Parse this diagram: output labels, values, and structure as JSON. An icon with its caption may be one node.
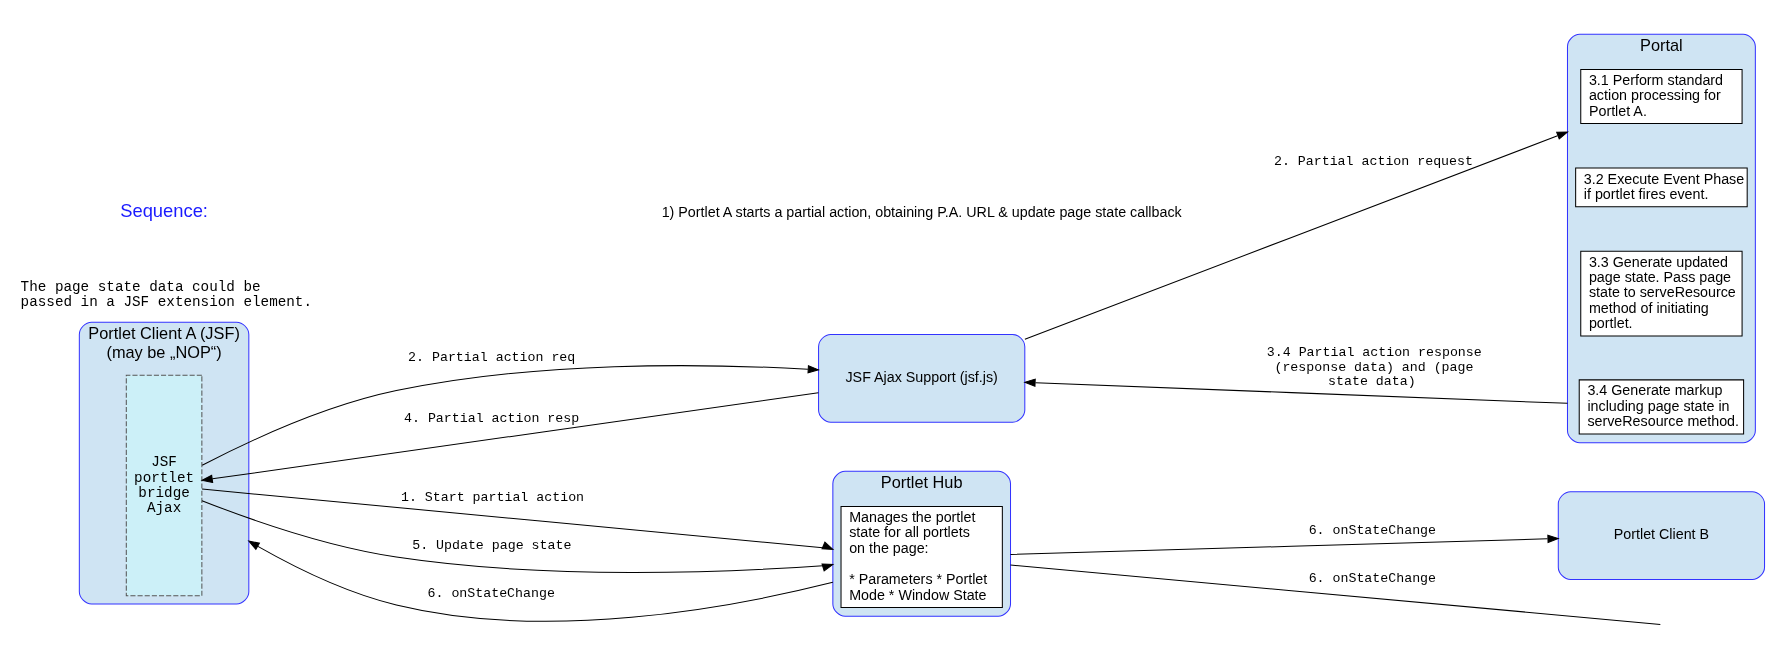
{
  "diagram": {
    "nodes": [
      {
        "text": [
          "Portlet Client A (JSF)",
          "(may be „NOP“)"
        ]
      },
      {
        "text": [
          "JSF portlet bridge Ajax"
        ],
        "in": 0
      },
      {
        "text": [
          "JSF Ajax Support (jsf.js)"
        ]
      },
      {
        "text": [
          "Portal"
        ]
      },
      {
        "text": [
          "3.1 Perform standard action processing for Portlet A."
        ],
        "in": 3
      },
      {
        "text": [
          "3.2 Execute Event Phase if portlet fires event."
        ],
        "in": 3
      },
      {
        "text": [
          "3.3 Generate updated page state. Pass page state to serveResource method of initiating portlet."
        ],
        "in": 3
      },
      {
        "text": [
          "3.4 Generate markup including page state in serveResource method."
        ],
        "in": 3
      },
      {
        "text": [
          "Portlet Hub"
        ]
      },
      {
        "text": [
          "Manages the portlet state for all portlets on the page:",
          "* Parameters * Portlet Mode * Window State"
        ],
        "in": 8
      },
      {
        "text": [
          "Portlet Client B"
        ]
      }
    ],
    "edges": [
      {
        "from": 1,
        "to": 8,
        "arrow": "to",
        "label": "1. Start partial action"
      },
      {
        "from": 1,
        "to": 2,
        "arrow": "to",
        "label": "2. Partial action req"
      },
      {
        "from": 2,
        "to": 3,
        "arrow": "to",
        "label": "2. Partial action request"
      },
      {
        "from": 3,
        "to": 2,
        "arrow": "to",
        "label": "3.4 Partial action response (response data) and (page state data)"
      },
      {
        "from": 2,
        "to": 1,
        "arrow": "to",
        "label": "4. Partial action resp"
      },
      {
        "from": 1,
        "to": 8,
        "arrow": "to",
        "label": "5. Update page state"
      },
      {
        "from": 8,
        "to": 0,
        "arrow": "to",
        "label": "6. onStateChange"
      },
      {
        "from": 8,
        "to": 10,
        "arrow": "to",
        "label": "6. onStateChange"
      },
      {
        "from": 8,
        "to": null,
        "arrow": "none",
        "label": "6. onStateChange"
      }
    ],
    "labels": [
      "The page state data could be passed in a JSF extension element.",
      "Sequence:",
      "1) Portlet A starts a partial action, obtaining P.A. URL & update page state callback"
    ]
  }
}
